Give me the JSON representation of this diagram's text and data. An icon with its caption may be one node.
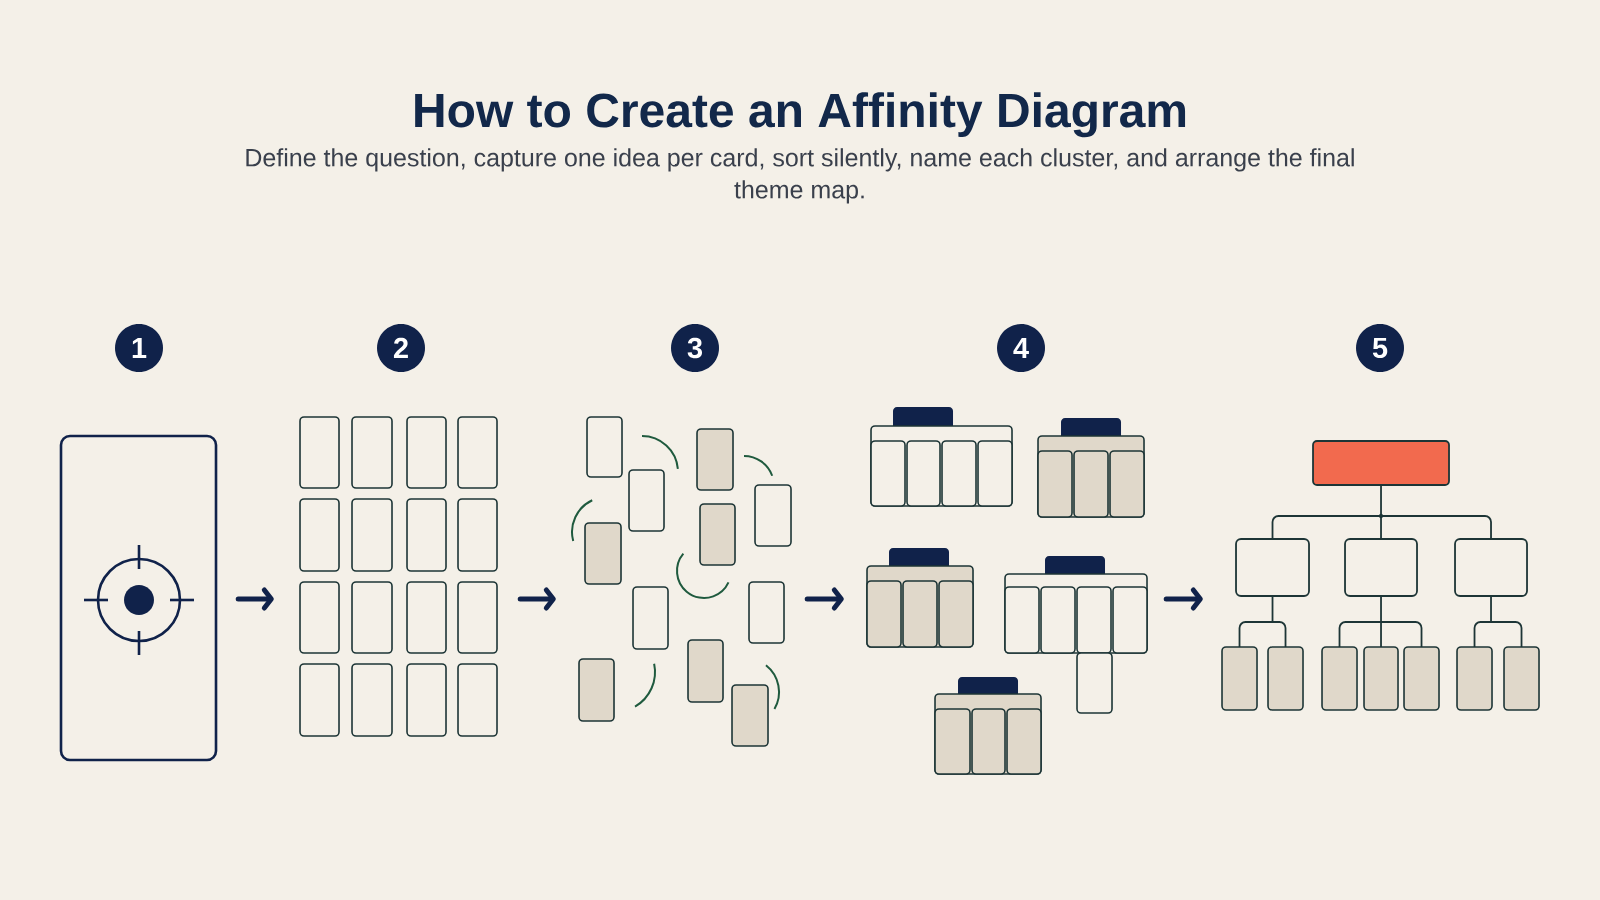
{
  "diagram": {
    "title": "How to Create an Affinity Diagram",
    "caption": "Define the question, capture one idea per card, sort silently, name each cluster, and arrange the final theme map.",
    "nodes": [
      {
        "text": [
          "1"
        ]
      },
      {
        "text": [
          "2"
        ]
      },
      {
        "text": [
          "3"
        ]
      },
      {
        "text": [
          "4"
        ]
      },
      {
        "text": [
          "5"
        ]
      },
      {
        "text": [],
        "shape": "picture"
      },
      {
        "text": [],
        "shape": "picture"
      },
      {
        "text": [],
        "shape": "picture"
      },
      {
        "text": [],
        "shape": "picture"
      },
      {
        "text": [],
        "shape": "picture"
      }
    ],
    "edges": [
      {
        "from": 5,
        "to": 6,
        "arrow": "to"
      },
      {
        "from": 6,
        "to": 7,
        "arrow": "to"
      },
      {
        "from": 7,
        "to": 8,
        "arrow": "to"
      },
      {
        "from": 8,
        "to": 9,
        "arrow": "to"
      }
    ]
  }
}
